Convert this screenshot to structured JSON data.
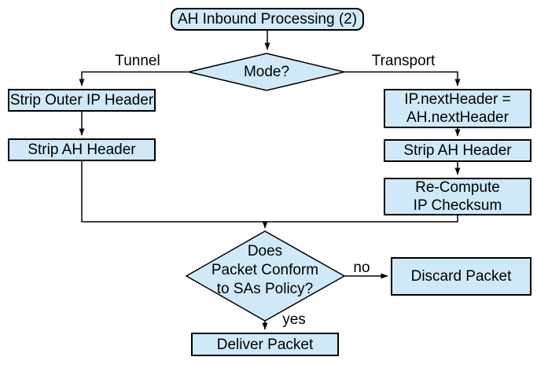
{
  "diagram": {
    "title": "AH Inbound Processing (2)",
    "type": "flowchart",
    "colors": {
      "node_fill": "#cfe9f8",
      "node_border": "#000000",
      "connector": "#000000",
      "text": "#000000",
      "background": "#ffffff"
    },
    "nodes": {
      "start": {
        "shape": "rounded-rect",
        "label": "AH Inbound Processing (2)"
      },
      "mode_decision": {
        "shape": "diamond",
        "label": "Mode?"
      },
      "strip_outer_ip_header": {
        "shape": "rect",
        "label": "Strip Outer IP Header"
      },
      "strip_ah_header_left": {
        "shape": "rect",
        "label": "Strip AH Header"
      },
      "ip_next_header": {
        "shape": "rect",
        "lines": [
          "IP.nextHeader =",
          "AH.nextHeader"
        ]
      },
      "strip_ah_header_right": {
        "shape": "rect",
        "label": "Strip AH Header"
      },
      "recompute_checksum": {
        "shape": "rect",
        "lines": [
          "Re-Compute",
          "IP Checksum"
        ]
      },
      "policy_decision": {
        "shape": "diamond",
        "lines": [
          "Does",
          "Packet Conform",
          "to SAs Policy?"
        ]
      },
      "discard_packet": {
        "shape": "rect",
        "label": "Discard Packet"
      },
      "deliver_packet": {
        "shape": "rect",
        "label": "Deliver Packet"
      }
    },
    "edge_labels": {
      "tunnel": "Tunnel",
      "transport": "Transport",
      "no": "no",
      "yes": "yes"
    },
    "edges": [
      {
        "from": "start",
        "to": "mode_decision",
        "label": ""
      },
      {
        "from": "mode_decision",
        "to": "strip_outer_ip_header",
        "label": "Tunnel"
      },
      {
        "from": "mode_decision",
        "to": "ip_next_header",
        "label": "Transport"
      },
      {
        "from": "strip_outer_ip_header",
        "to": "strip_ah_header_left",
        "label": ""
      },
      {
        "from": "ip_next_header",
        "to": "strip_ah_header_right",
        "label": ""
      },
      {
        "from": "strip_ah_header_right",
        "to": "recompute_checksum",
        "label": ""
      },
      {
        "from": "strip_ah_header_left",
        "to": "policy_decision",
        "label": ""
      },
      {
        "from": "recompute_checksum",
        "to": "policy_decision",
        "label": ""
      },
      {
        "from": "policy_decision",
        "to": "discard_packet",
        "label": "no"
      },
      {
        "from": "policy_decision",
        "to": "deliver_packet",
        "label": "yes"
      }
    ]
  }
}
